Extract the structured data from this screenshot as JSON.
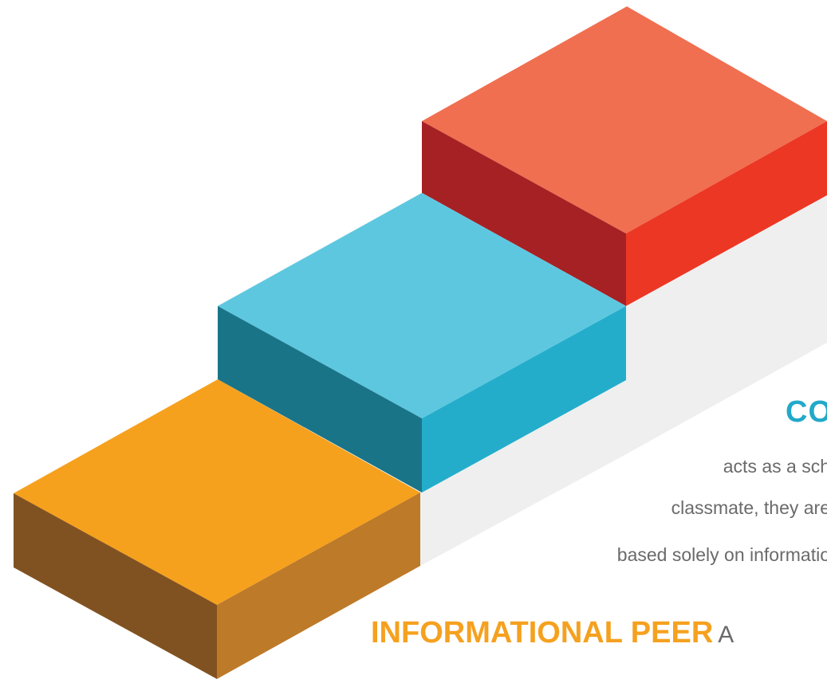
{
  "diagram": {
    "steps": [
      {
        "name": "top-step",
        "top": "#f06f50",
        "left": "#a62124",
        "right": "#ec3725"
      },
      {
        "name": "middle-step",
        "top": "#5ec7e0",
        "left": "#1a7488",
        "right": "#23adcb"
      },
      {
        "name": "bottom-step",
        "top": "#f6a11d",
        "left": "#815221",
        "right": "#bd7a29"
      }
    ],
    "shadow_color": "#efefef"
  },
  "text": {
    "heading_top": "CO",
    "body_line1": "acts as a sch",
    "body_line2": "classmate, they are",
    "body_line3": "based solely on informatio",
    "heading_bottom": "INFORMATIONAL PEER",
    "heading_bottom_rest": "A"
  },
  "colors": {
    "accent_blue": "#22a9c9",
    "accent_orange": "#f5a11f",
    "body_text": "#6a6a6a"
  }
}
